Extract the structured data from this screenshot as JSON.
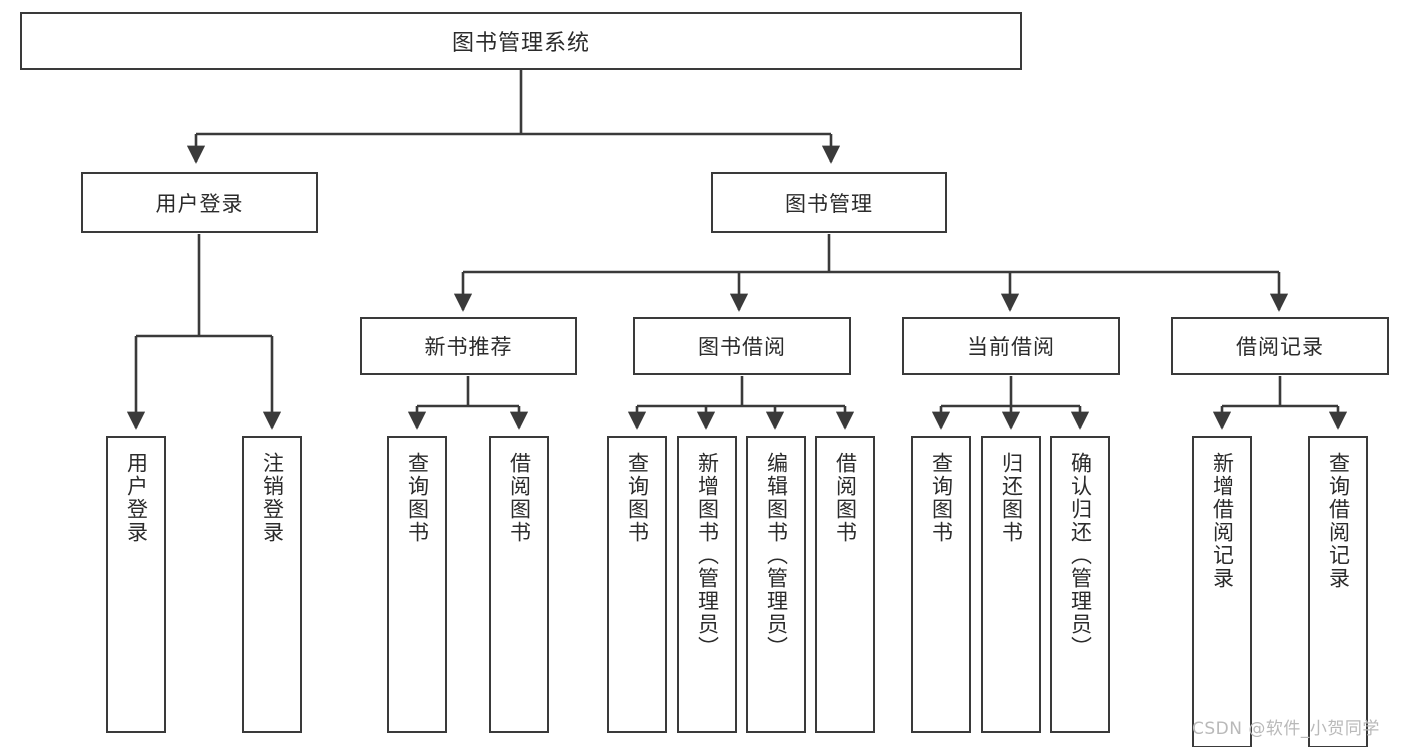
{
  "diagram": {
    "title": "图书管理系统",
    "type": "tree",
    "root": {
      "id": "root",
      "label": "图书管理系统",
      "orientation": "horizontal"
    },
    "level1": [
      {
        "id": "user-login",
        "label": "用户登录",
        "orientation": "horizontal"
      },
      {
        "id": "book-manage",
        "label": "图书管理",
        "orientation": "horizontal"
      }
    ],
    "level2": [
      {
        "id": "new-book-recommend",
        "label": "新书推荐",
        "orientation": "horizontal",
        "parent": "book-manage"
      },
      {
        "id": "book-borrow",
        "label": "图书借阅",
        "orientation": "horizontal",
        "parent": "book-manage"
      },
      {
        "id": "current-borrow",
        "label": "当前借阅",
        "orientation": "horizontal",
        "parent": "book-manage"
      },
      {
        "id": "borrow-record",
        "label": "借阅记录",
        "orientation": "horizontal",
        "parent": "book-manage"
      }
    ],
    "leaves": [
      {
        "id": "leaf-user-login",
        "label": "用户登录",
        "parent": "user-login",
        "orientation": "vertical"
      },
      {
        "id": "leaf-user-logout",
        "label": "注销登录",
        "parent": "user-login",
        "orientation": "vertical"
      },
      {
        "id": "leaf-query-book-1",
        "label": "查询图书",
        "parent": "new-book-recommend",
        "orientation": "vertical"
      },
      {
        "id": "leaf-borrow-book-1",
        "label": "借阅图书",
        "parent": "new-book-recommend",
        "orientation": "vertical"
      },
      {
        "id": "leaf-query-book-2",
        "label": "查询图书",
        "parent": "book-borrow",
        "orientation": "vertical"
      },
      {
        "id": "leaf-add-book",
        "label": "新增图书（管理员）",
        "parent": "book-borrow",
        "orientation": "vertical"
      },
      {
        "id": "leaf-edit-book",
        "label": "编辑图书（管理员）",
        "parent": "book-borrow",
        "orientation": "vertical"
      },
      {
        "id": "leaf-borrow-book-2",
        "label": "借阅图书",
        "parent": "book-borrow",
        "orientation": "vertical"
      },
      {
        "id": "leaf-query-book-3",
        "label": "查询图书",
        "parent": "current-borrow",
        "orientation": "vertical"
      },
      {
        "id": "leaf-return-book",
        "label": "归还图书",
        "parent": "current-borrow",
        "orientation": "vertical"
      },
      {
        "id": "leaf-confirm-return",
        "label": "确认归还（管理员）",
        "parent": "current-borrow",
        "orientation": "vertical"
      },
      {
        "id": "leaf-add-record",
        "label": "新增借阅记录",
        "parent": "borrow-record",
        "orientation": "vertical"
      },
      {
        "id": "leaf-query-record",
        "label": "查询借阅记录",
        "parent": "borrow-record",
        "orientation": "vertical"
      }
    ]
  },
  "watermark": {
    "text": "CSDN @软件_小贺同学"
  },
  "colors": {
    "stroke": "#3a3a3a",
    "text": "#2b2b2b",
    "background": "#ffffff",
    "watermark": "#b9b9b9"
  }
}
